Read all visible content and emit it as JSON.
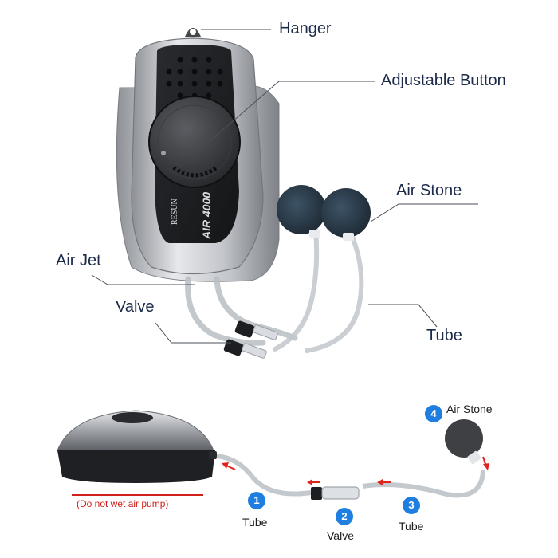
{
  "callouts": {
    "hanger": "Hanger",
    "adjustable_button": "Adjustable Button",
    "air_stone": "Air Stone",
    "air_jet": "Air Jet",
    "valve": "Valve",
    "tube": "Tube"
  },
  "device_branding": {
    "brand": "RESUN",
    "model": "AIR 4000"
  },
  "diagram": {
    "warning": "(Do not wet air pump)",
    "steps": [
      {
        "number": "1",
        "label": "Tube"
      },
      {
        "number": "2",
        "label": "Valve"
      },
      {
        "number": "3",
        "label": "Tube"
      },
      {
        "number": "4",
        "label": "Air Stone"
      }
    ]
  },
  "colors": {
    "label_text": "#1b2a4a",
    "badge_blue": "#1f7fe0",
    "arrow_red": "#e0231c",
    "warning_red": "#d0201a",
    "pump_silver": "#c9ccd1",
    "panel_black": "#1e1f22"
  }
}
